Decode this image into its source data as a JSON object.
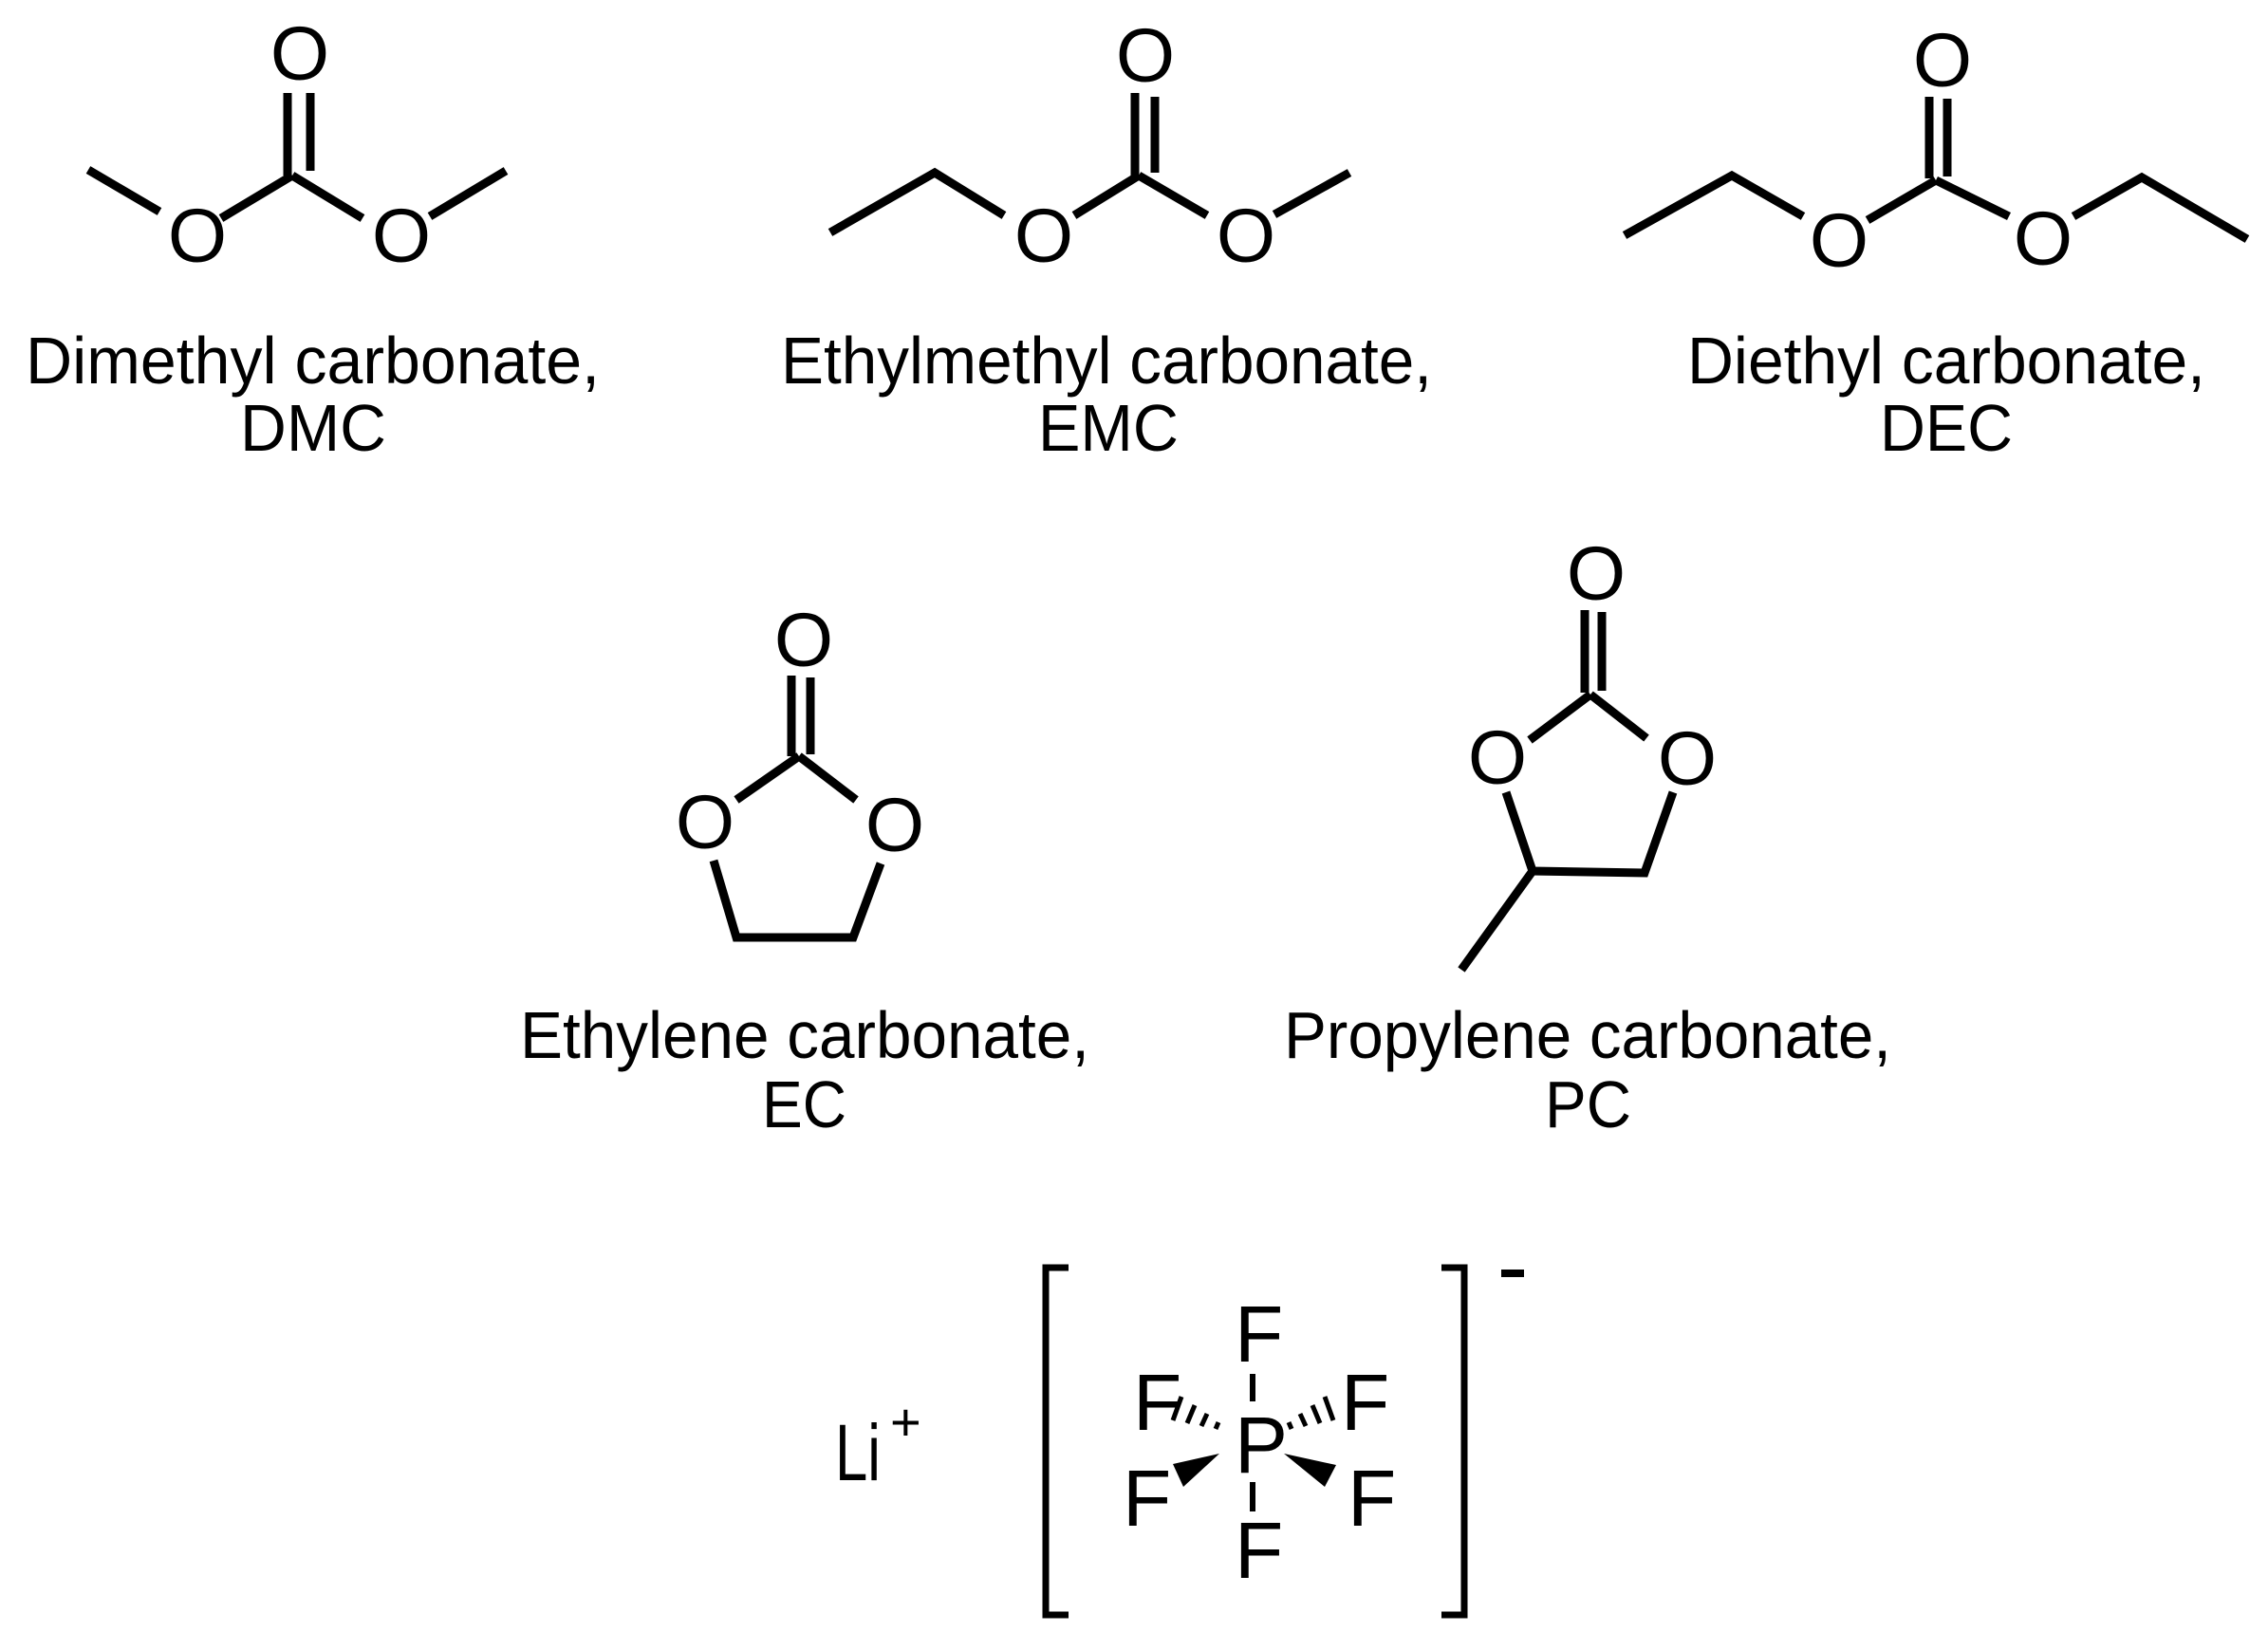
{
  "figure": {
    "molecules": [
      {
        "id": "dmc",
        "name": "Dimethyl carbonate,",
        "abbr": "DMC",
        "atoms": [
          "O",
          "O",
          "O"
        ]
      },
      {
        "id": "emc",
        "name": "Ethylmethyl carbonate,",
        "abbr": "EMC",
        "atoms": [
          "O",
          "O",
          "O"
        ]
      },
      {
        "id": "dec",
        "name": "Diethyl carbonate,",
        "abbr": "DEC",
        "atoms": [
          "O",
          "O",
          "O"
        ]
      },
      {
        "id": "ec",
        "name": "Ethylene carbonate,",
        "abbr": "EC",
        "atoms": [
          "O",
          "O",
          "O"
        ]
      },
      {
        "id": "pc",
        "name": "Propylene carbonate,",
        "abbr": "PC",
        "atoms": [
          "O",
          "O",
          "O"
        ]
      }
    ],
    "salt": {
      "cation": "Li",
      "cation_charge": "+",
      "anion_center": "P",
      "anion_ligand": "F",
      "anion_charge": "-"
    }
  }
}
